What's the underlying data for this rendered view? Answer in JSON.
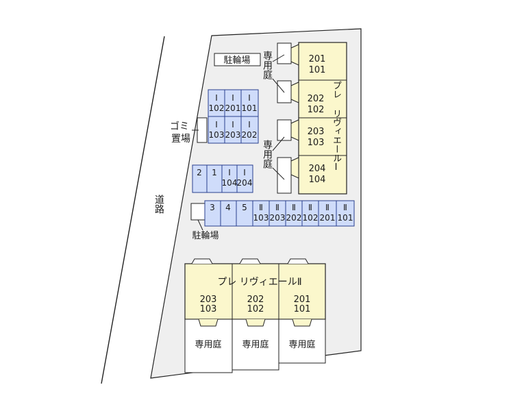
{
  "road": {
    "label": "道路"
  },
  "parking_bicycle_top": "駐輪場",
  "parking_bicycle_left": "駐輪場",
  "garbage": {
    "line1": "ゴミ",
    "line2": "置場"
  },
  "private_garden": "専用庭",
  "building1": {
    "name": "プレ リヴィエールⅠ",
    "units": [
      {
        "upper": "201",
        "lower": "101"
      },
      {
        "upper": "202",
        "lower": "102"
      },
      {
        "upper": "203",
        "lower": "103"
      },
      {
        "upper": "204",
        "lower": "104"
      }
    ]
  },
  "building2": {
    "name": "プレ リヴィエールⅡ",
    "units": [
      {
        "upper": "203",
        "lower": "103"
      },
      {
        "upper": "202",
        "lower": "102"
      },
      {
        "upper": "201",
        "lower": "101"
      }
    ],
    "gardens": [
      "専用庭",
      "専用庭",
      "専用庭"
    ]
  },
  "parking_group_a": [
    {
      "top": "Ⅰ",
      "bottom": "102"
    },
    {
      "top": "Ⅰ",
      "bottom": "201"
    },
    {
      "top": "Ⅰ",
      "bottom": "101"
    },
    {
      "top": "Ⅰ",
      "bottom": "103"
    },
    {
      "top": "Ⅰ",
      "bottom": "203"
    },
    {
      "top": "Ⅰ",
      "bottom": "202"
    }
  ],
  "parking_group_b": [
    {
      "top": "2",
      "bottom": ""
    },
    {
      "top": "1",
      "bottom": ""
    },
    {
      "top": "Ⅰ",
      "bottom": "104"
    },
    {
      "top": "Ⅰ",
      "bottom": "204"
    }
  ],
  "parking_group_c": [
    {
      "top": "3",
      "bottom": ""
    },
    {
      "top": "4",
      "bottom": ""
    },
    {
      "top": "5",
      "bottom": ""
    },
    {
      "top": "Ⅱ",
      "bottom": "103"
    },
    {
      "top": "Ⅱ",
      "bottom": "203"
    },
    {
      "top": "Ⅱ",
      "bottom": "202"
    },
    {
      "top": "Ⅱ",
      "bottom": "102"
    },
    {
      "top": "Ⅱ",
      "bottom": "201"
    },
    {
      "top": "Ⅱ",
      "bottom": "101"
    }
  ],
  "colors": {
    "site": "#efefef",
    "building": "#fbf7cc",
    "parking": "#cfdcfa",
    "line": "#2b2b2b"
  }
}
